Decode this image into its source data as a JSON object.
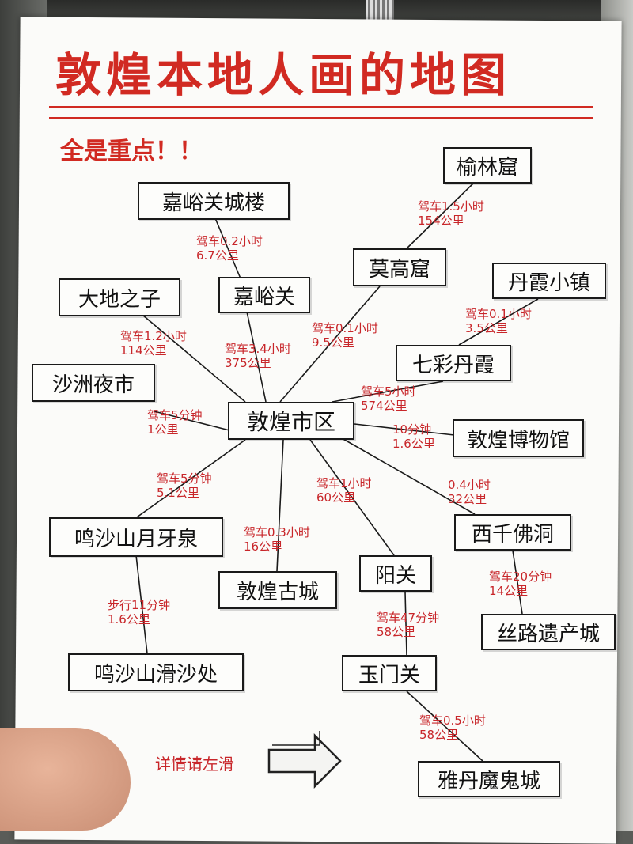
{
  "title": "敦煌本地人画的地图",
  "subtitle": "全是重点！！",
  "hint": "详情请左滑",
  "nodes": {
    "yulin": "榆林窟",
    "jiayuguan_tower": "嘉峪关城楼",
    "mogao": "莫高窟",
    "danxia_town": "丹霞小镇",
    "dadi": "大地之子",
    "jiayuguan": "嘉峪关",
    "qicai": "七彩丹霞",
    "shazhou": "沙洲夜市",
    "center": "敦煌市区",
    "museum": "敦煌博物馆",
    "xiqian": "西千佛洞",
    "mingsha": "鸣沙山月牙泉",
    "yangguan": "阳关",
    "gucheng": "敦煌古城",
    "silu": "丝路遗产城",
    "huasha": "鸣沙山滑沙处",
    "yumen": "玉门关",
    "yadan": "雅丹魔鬼城"
  },
  "routes": {
    "yulin": [
      "驾车1.5小时",
      "154公里"
    ],
    "jiayuguan_tower": [
      "驾车0.2小时",
      "6.7公里"
    ],
    "danxia_town": [
      "驾车0.1小时",
      "3.5公里"
    ],
    "mogao": [
      "驾车0.1小时",
      "9.5公里"
    ],
    "dadi": [
      "驾车1.2小时",
      "114公里"
    ],
    "jiayuguan": [
      "驾车3.4小时",
      "375公里"
    ],
    "qicai": [
      "驾车5小时",
      "574公里"
    ],
    "shazhou": [
      "驾车5分钟",
      "1公里"
    ],
    "museum": [
      "10分钟",
      "1.6公里"
    ],
    "mingsha": [
      "驾车5分钟",
      "5.1公里"
    ],
    "yangguan": [
      "驾车1小时",
      "60公里"
    ],
    "xiqian": [
      "0.4小时",
      "32公里"
    ],
    "gucheng": [
      "驾车0.3小时",
      "16公里"
    ],
    "silu": [
      "驾车20分钟",
      "14公里"
    ],
    "huasha": [
      "步行11分钟",
      "1.6公里"
    ],
    "yumen": [
      "驾车47分钟",
      "58公里"
    ],
    "yadan": [
      "驾车0.5小时",
      "58公里"
    ]
  },
  "colors": {
    "accent": "#d12a22",
    "label": "#c8262a",
    "ink": "#111111"
  }
}
